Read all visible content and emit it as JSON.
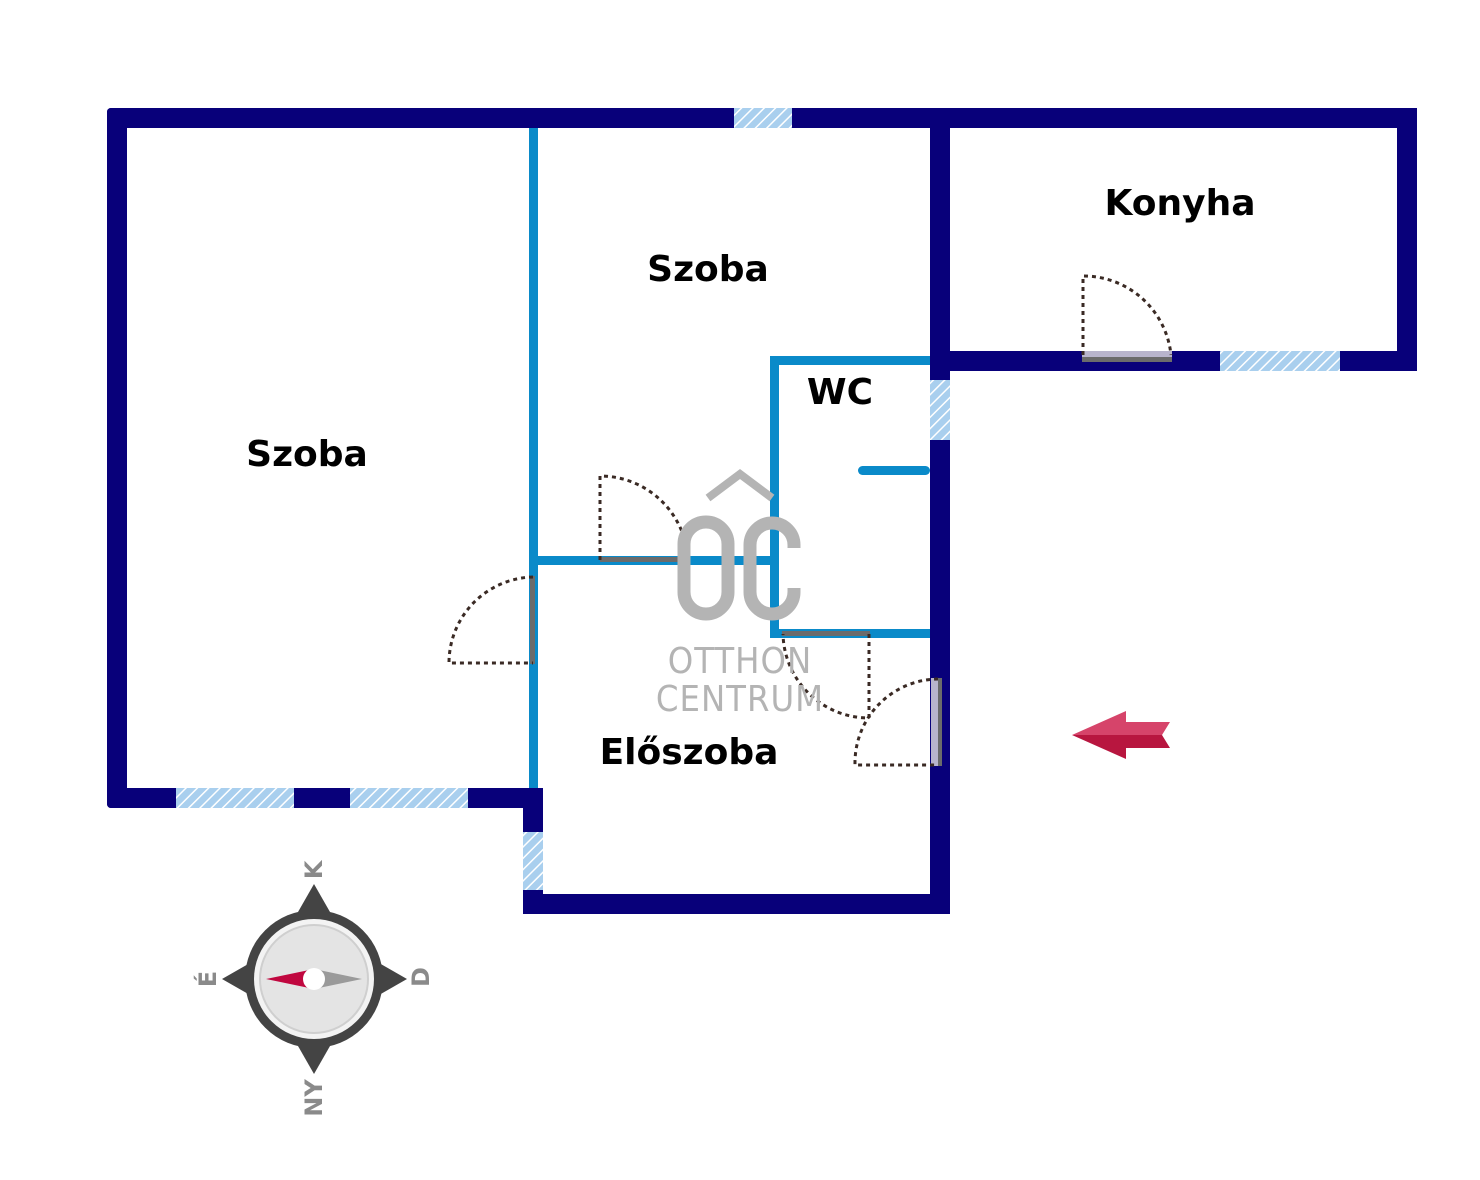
{
  "rooms": {
    "szoba_left": "Szoba",
    "szoba_mid": "Szoba",
    "konyha": "Konyha",
    "wc": "WC",
    "eloszoba": "Előszoba"
  },
  "compass": {
    "north": "K",
    "east": "D",
    "south": "NY",
    "west": "É",
    "needle_color": "#c0073f"
  },
  "watermark": {
    "logo": "ÔC",
    "line1": "OTTHON",
    "line2": "CENTRUM"
  },
  "colors": {
    "outer_wall": "#08007a",
    "inner_wall": "#0a8ac9",
    "window": "#8fbde3",
    "entrance_arrow": "#d23a5a"
  }
}
